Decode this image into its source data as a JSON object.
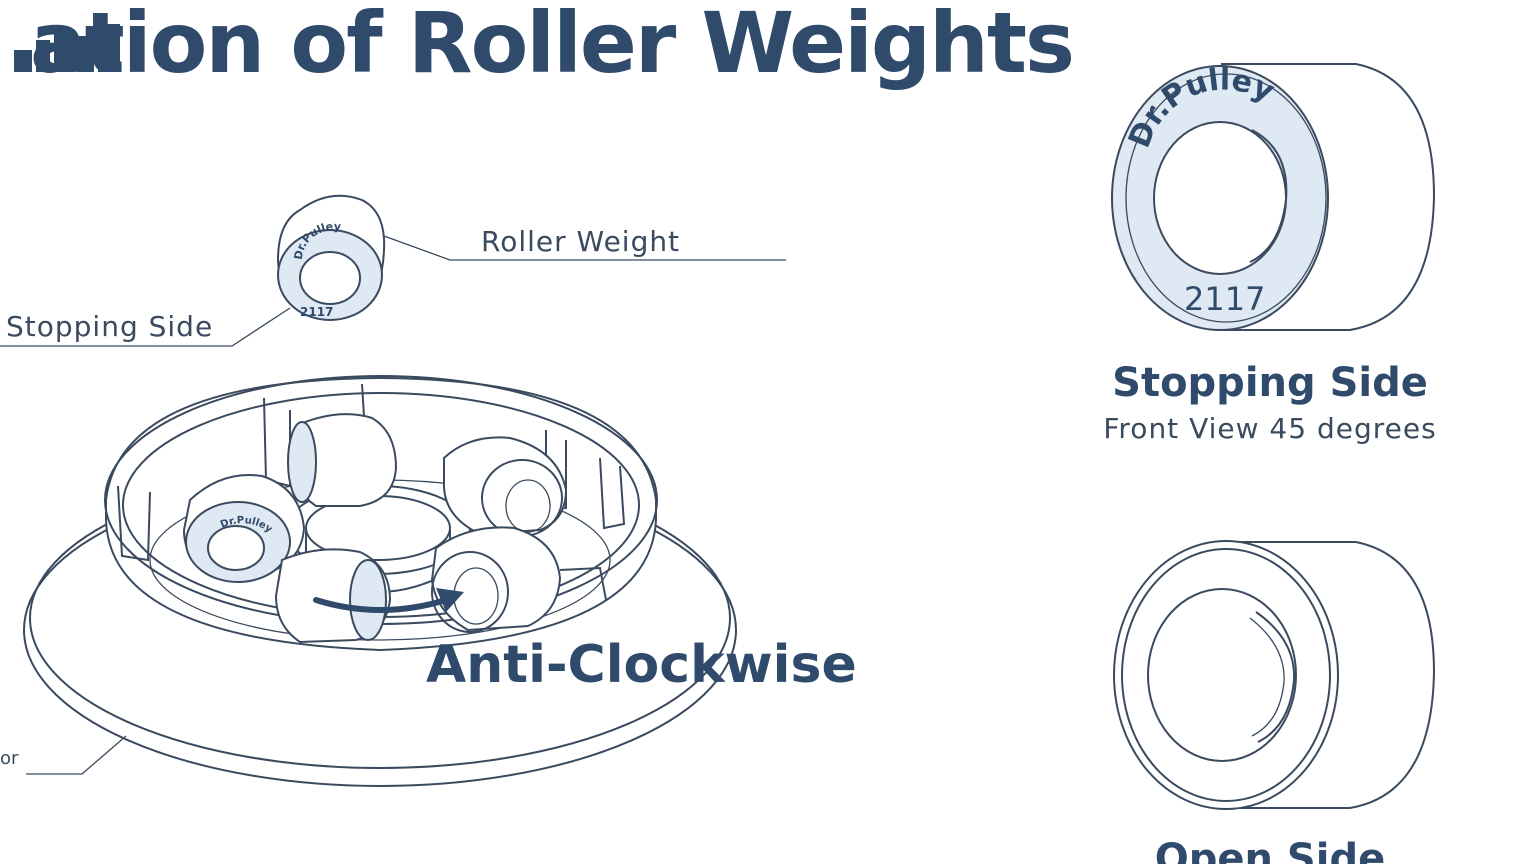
{
  "title": "ation of Roller Weights",
  "labels": {
    "roller_weight": "Roller Weight",
    "stopping_side_small": "Stopping Side",
    "anti_clockwise": "Anti-Clockwise",
    "stopping_side_heading": "Stopping Side",
    "front_view": "Front View 45 degrees",
    "open_side_heading": "Open Side",
    "cut_left_label": "or"
  },
  "brand": {
    "ring_text": "Dr.Pulley",
    "part_number": "2117"
  },
  "colors": {
    "title": "#2f4a6b",
    "line": "#3a4a5f",
    "face": "#dfe9f3",
    "arrow": "#2f4a6b"
  },
  "icons": {
    "direction_arrow": "curved-arrow-icon"
  }
}
